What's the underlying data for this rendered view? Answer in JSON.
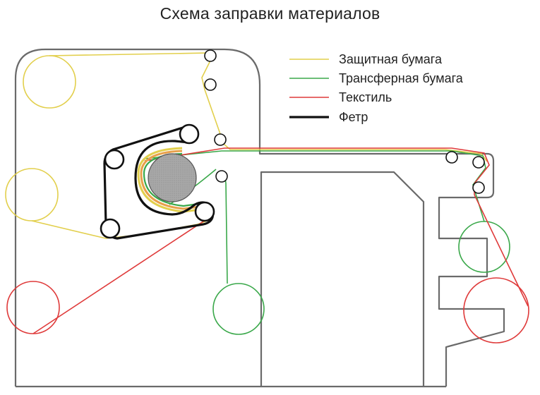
{
  "title": "Схема заправки материалов",
  "legend": [
    {
      "label": "Защитная бумага",
      "color": "#e2cf4c"
    },
    {
      "label": "Трансферная бумага",
      "color": "#3aa84a"
    },
    {
      "label": "Текстиль",
      "color": "#df3a3a"
    },
    {
      "label": "Фетр",
      "color": "#111111"
    }
  ],
  "colors": {
    "frame": "#6a6a6a",
    "drum": "#a9a9a9",
    "roller_stroke": "#111111"
  }
}
